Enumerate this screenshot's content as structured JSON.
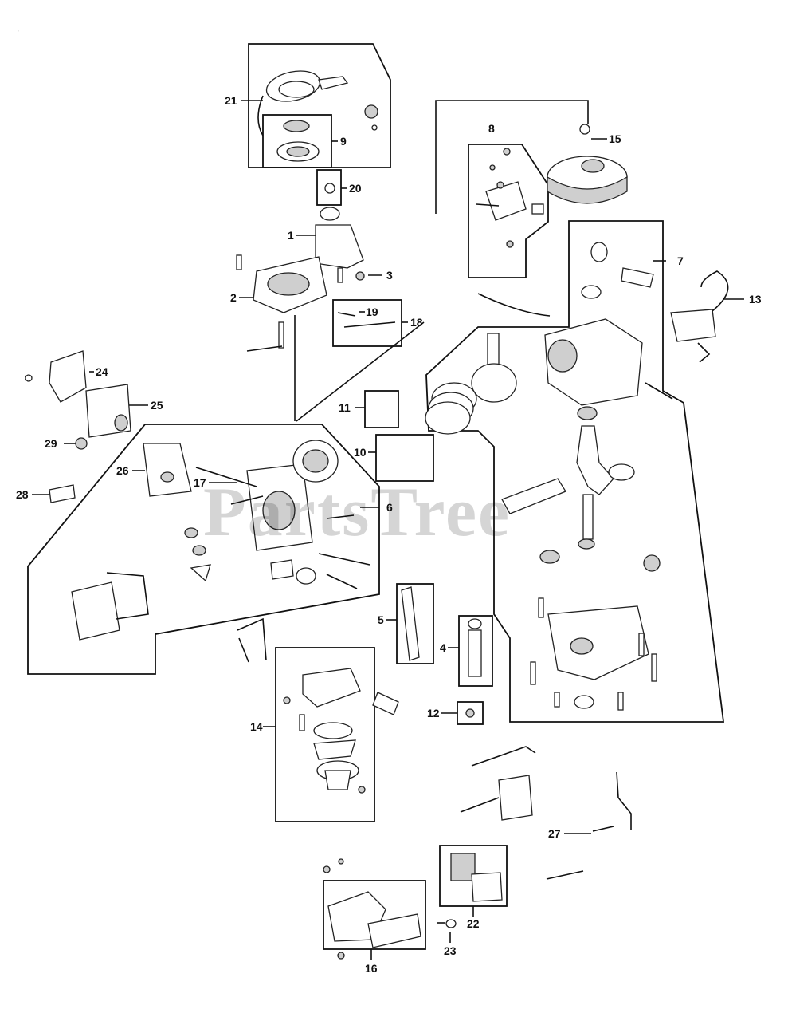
{
  "watermark": "PartsTree",
  "callouts": {
    "c1": "1",
    "c2": "2",
    "c3": "3",
    "c4": "4",
    "c5": "5",
    "c6": "6",
    "c7": "7",
    "c8": "8",
    "c9": "9",
    "c10": "10",
    "c11": "11",
    "c12": "12",
    "c13": "13",
    "c14": "14",
    "c15": "15",
    "c16": "16",
    "c17": "17",
    "c18": "18",
    "c19": "19",
    "c20": "20",
    "c21": "21",
    "c22": "22",
    "c23": "23",
    "c24": "24",
    "c25": "25",
    "c26": "26",
    "c27": "27",
    "c28": "28",
    "c29": "29"
  }
}
